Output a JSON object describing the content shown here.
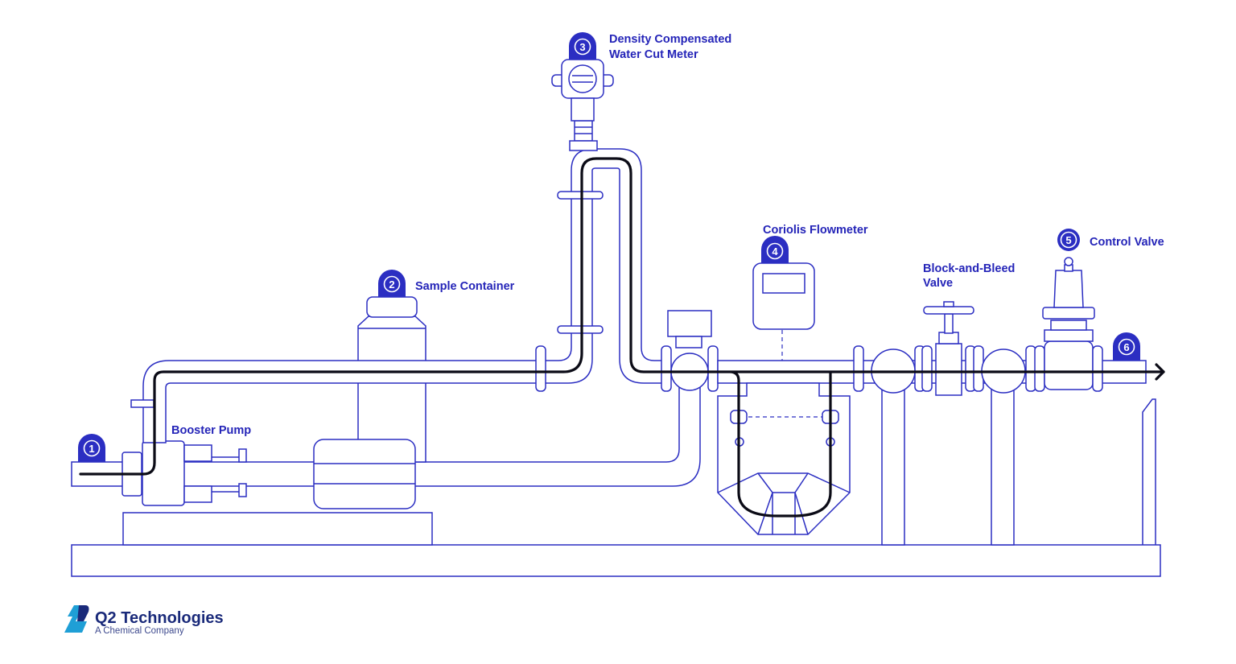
{
  "brand": {
    "name": "Q2 Technologies",
    "tagline": "A Chemical Company",
    "logo": "q2-logo"
  },
  "colors": {
    "accent": "#2b2ec2",
    "label": "#2424b8",
    "flow": "#0b0b16",
    "brand": "#1a2a7a"
  },
  "markers": [
    {
      "num": "1",
      "label": ""
    },
    {
      "num": "2",
      "label": "Sample Container"
    },
    {
      "num": "3",
      "label_line1": "Density Compensated",
      "label_line2": "Water Cut Meter"
    },
    {
      "num": "4",
      "label": "Coriolis Flowmeter"
    },
    {
      "num": "5",
      "label": "Control Valve"
    },
    {
      "num": "6",
      "label": ""
    }
  ],
  "components": {
    "booster_pump": "Booster Pump",
    "block_bleed_line1": "Block-and-Bleed",
    "block_bleed_line2": "Valve"
  }
}
